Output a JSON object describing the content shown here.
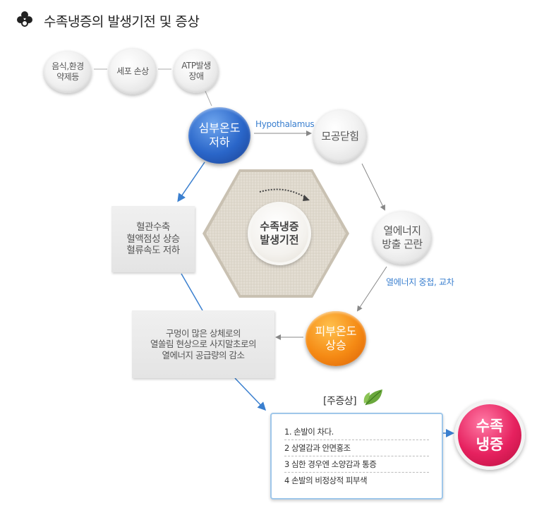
{
  "header": {
    "title": "수족냉증의 발생기전 및 증상"
  },
  "top_chain": [
    {
      "lines": [
        "음식,환경",
        "약제등"
      ]
    },
    {
      "lines": [
        "세포 손상"
      ]
    },
    {
      "lines": [
        "ATP발생",
        "장애"
      ]
    }
  ],
  "nodes": {
    "core_temp_drop": {
      "lines": [
        "심부온도",
        "저하"
      ]
    },
    "pore_closing": {
      "label": "모공닫힘"
    },
    "heat_release": {
      "lines": [
        "열에너지",
        "방출 곤란"
      ]
    },
    "skin_temp_rise": {
      "lines": [
        "피부온도",
        "상승"
      ]
    },
    "vessel_box": {
      "lines": [
        "혈관수축",
        "혈액점성 상승",
        "혈류속도 저하"
      ]
    },
    "energy_box": {
      "lines": [
        "구멍이 많은 상체로의",
        "열쏠림 현상으로 사지말초로의",
        "열에너지 공급량의 감소"
      ]
    },
    "center": {
      "lines": [
        "수족냉증",
        "발생기전"
      ]
    },
    "result": {
      "lines": [
        "수족",
        "냉증"
      ]
    }
  },
  "labels": {
    "hypothalamus": "Hypothalamus",
    "heat_overlap": "열에너지 중첩, 교차"
  },
  "symptoms": {
    "label": "[주증상]",
    "items": [
      "1. 손발이 차다.",
      "2  상열감과 안면홍조",
      "3  심한 경우엔 소양감과 통증",
      "4  손발의 비정상적 피부색"
    ]
  },
  "colors": {
    "blue_node": "#2a66c9",
    "orange_node": "#f58a14",
    "result_node": "#e6215f",
    "arrow_blue": "#3a7fcf",
    "arrow_gray": "#888888",
    "label_blue": "#3a7fcf"
  },
  "icons": {
    "title_bullet": "clover-icon",
    "symptom_leaf": "leaf-icon"
  }
}
